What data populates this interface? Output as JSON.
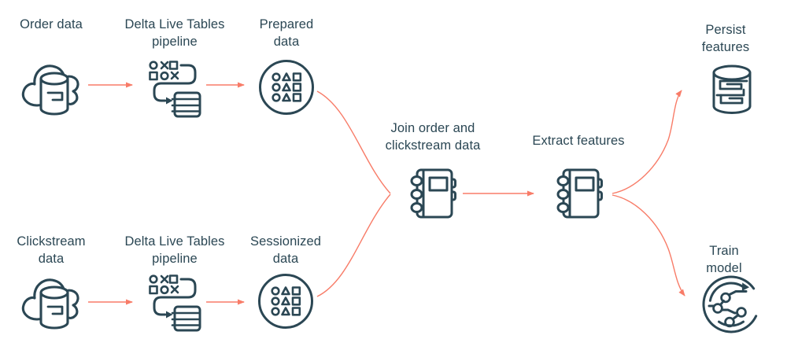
{
  "diagram": {
    "type": "flow-diagram",
    "background": "#ffffff",
    "colors": {
      "icon_stroke": "#2b4754",
      "label_text": "#2b4754",
      "arrow": "#f87c68"
    },
    "nodes": {
      "order": {
        "label": "Order data",
        "icon": "cloud-database"
      },
      "dlt_top": {
        "label": "Delta Live Tables\npipeline",
        "icon": "delta-live-tables-pipeline"
      },
      "prepared": {
        "label": "Prepared\ndata",
        "icon": "dataset-shapes-circle"
      },
      "join": {
        "label": "Join order and\nclickstream data",
        "icon": "notebook"
      },
      "extract": {
        "label": "Extract features",
        "icon": "notebook"
      },
      "persist": {
        "label": "Persist features",
        "icon": "feature-store-database"
      },
      "train": {
        "label": "Train model",
        "icon": "model-training"
      },
      "clickstream": {
        "label": "Clickstream\ndata",
        "icon": "cloud-database"
      },
      "dlt_bottom": {
        "label": "Delta Live Tables\npipeline",
        "icon": "delta-live-tables-pipeline"
      },
      "sessionized": {
        "label": "Sessionized\ndata",
        "icon": "dataset-shapes-circle"
      }
    },
    "edges": [
      {
        "from": "order",
        "to": "dlt_top"
      },
      {
        "from": "dlt_top",
        "to": "prepared"
      },
      {
        "from": "prepared",
        "to": "join"
      },
      {
        "from": "clickstream",
        "to": "dlt_bottom"
      },
      {
        "from": "dlt_bottom",
        "to": "sessionized"
      },
      {
        "from": "sessionized",
        "to": "join"
      },
      {
        "from": "join",
        "to": "extract"
      },
      {
        "from": "extract",
        "to": "persist"
      },
      {
        "from": "extract",
        "to": "train"
      }
    ]
  }
}
